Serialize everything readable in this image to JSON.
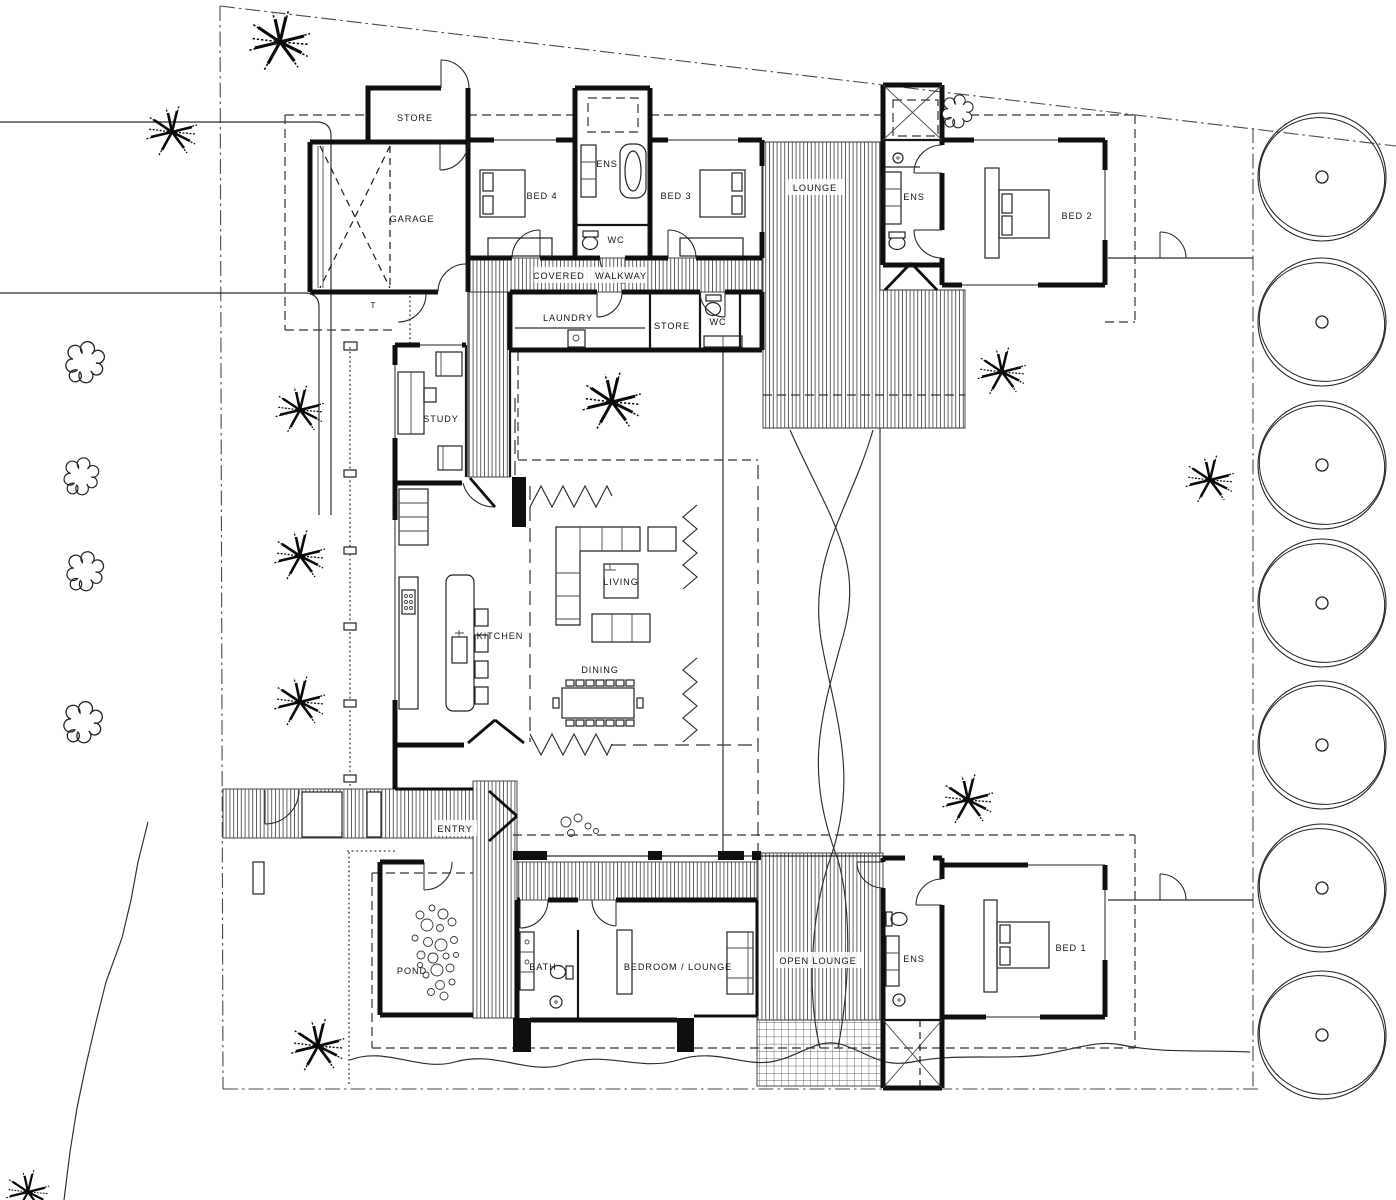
{
  "drawing": {
    "kind": "architectural site / floor plan",
    "style": "black and white line drawing"
  },
  "colors": {
    "paper": "#ffffff",
    "ink": "#0f0f0f",
    "medium_line": "#333333",
    "boundary_line": "#4a4a4a"
  },
  "labels": {
    "store_upper": "STORE",
    "garage": "GARAGE",
    "bed_4": "BED 4",
    "ens_upper": "ENS",
    "bed_3": "BED 3",
    "wc_upper": "WC",
    "covered_walkway": "COVERED WALKWAY",
    "lounge": "LOUNGE",
    "ens_bed2": "ENS",
    "bed_2": "BED 2",
    "laundry": "LAUNDRY",
    "store_middle": "STORE",
    "wc_middle": "WC",
    "study": "STUDY",
    "kitchen": "KITCHEN",
    "living": "LIVING",
    "dining": "DINING",
    "entry": "ENTRY",
    "pond": "POND",
    "bath": "BATH",
    "bedroom_lounge": "BEDROOM / LOUNGE",
    "open_lounge": "OPEN LOUNGE",
    "ens_bed1": "ENS",
    "bed_1": "BED 1",
    "t_marker": "T"
  },
  "site": {
    "right_tree_row_count": 7,
    "pine_tree_count": 11,
    "shrub_cloud_count": 5,
    "boundary_style": "dash-dot property line",
    "deck_areas_hatched": [
      "covered walkway",
      "lounge deck",
      "entry walkway",
      "open lounge deck"
    ],
    "paved_grid_area": "below open lounge deck"
  }
}
